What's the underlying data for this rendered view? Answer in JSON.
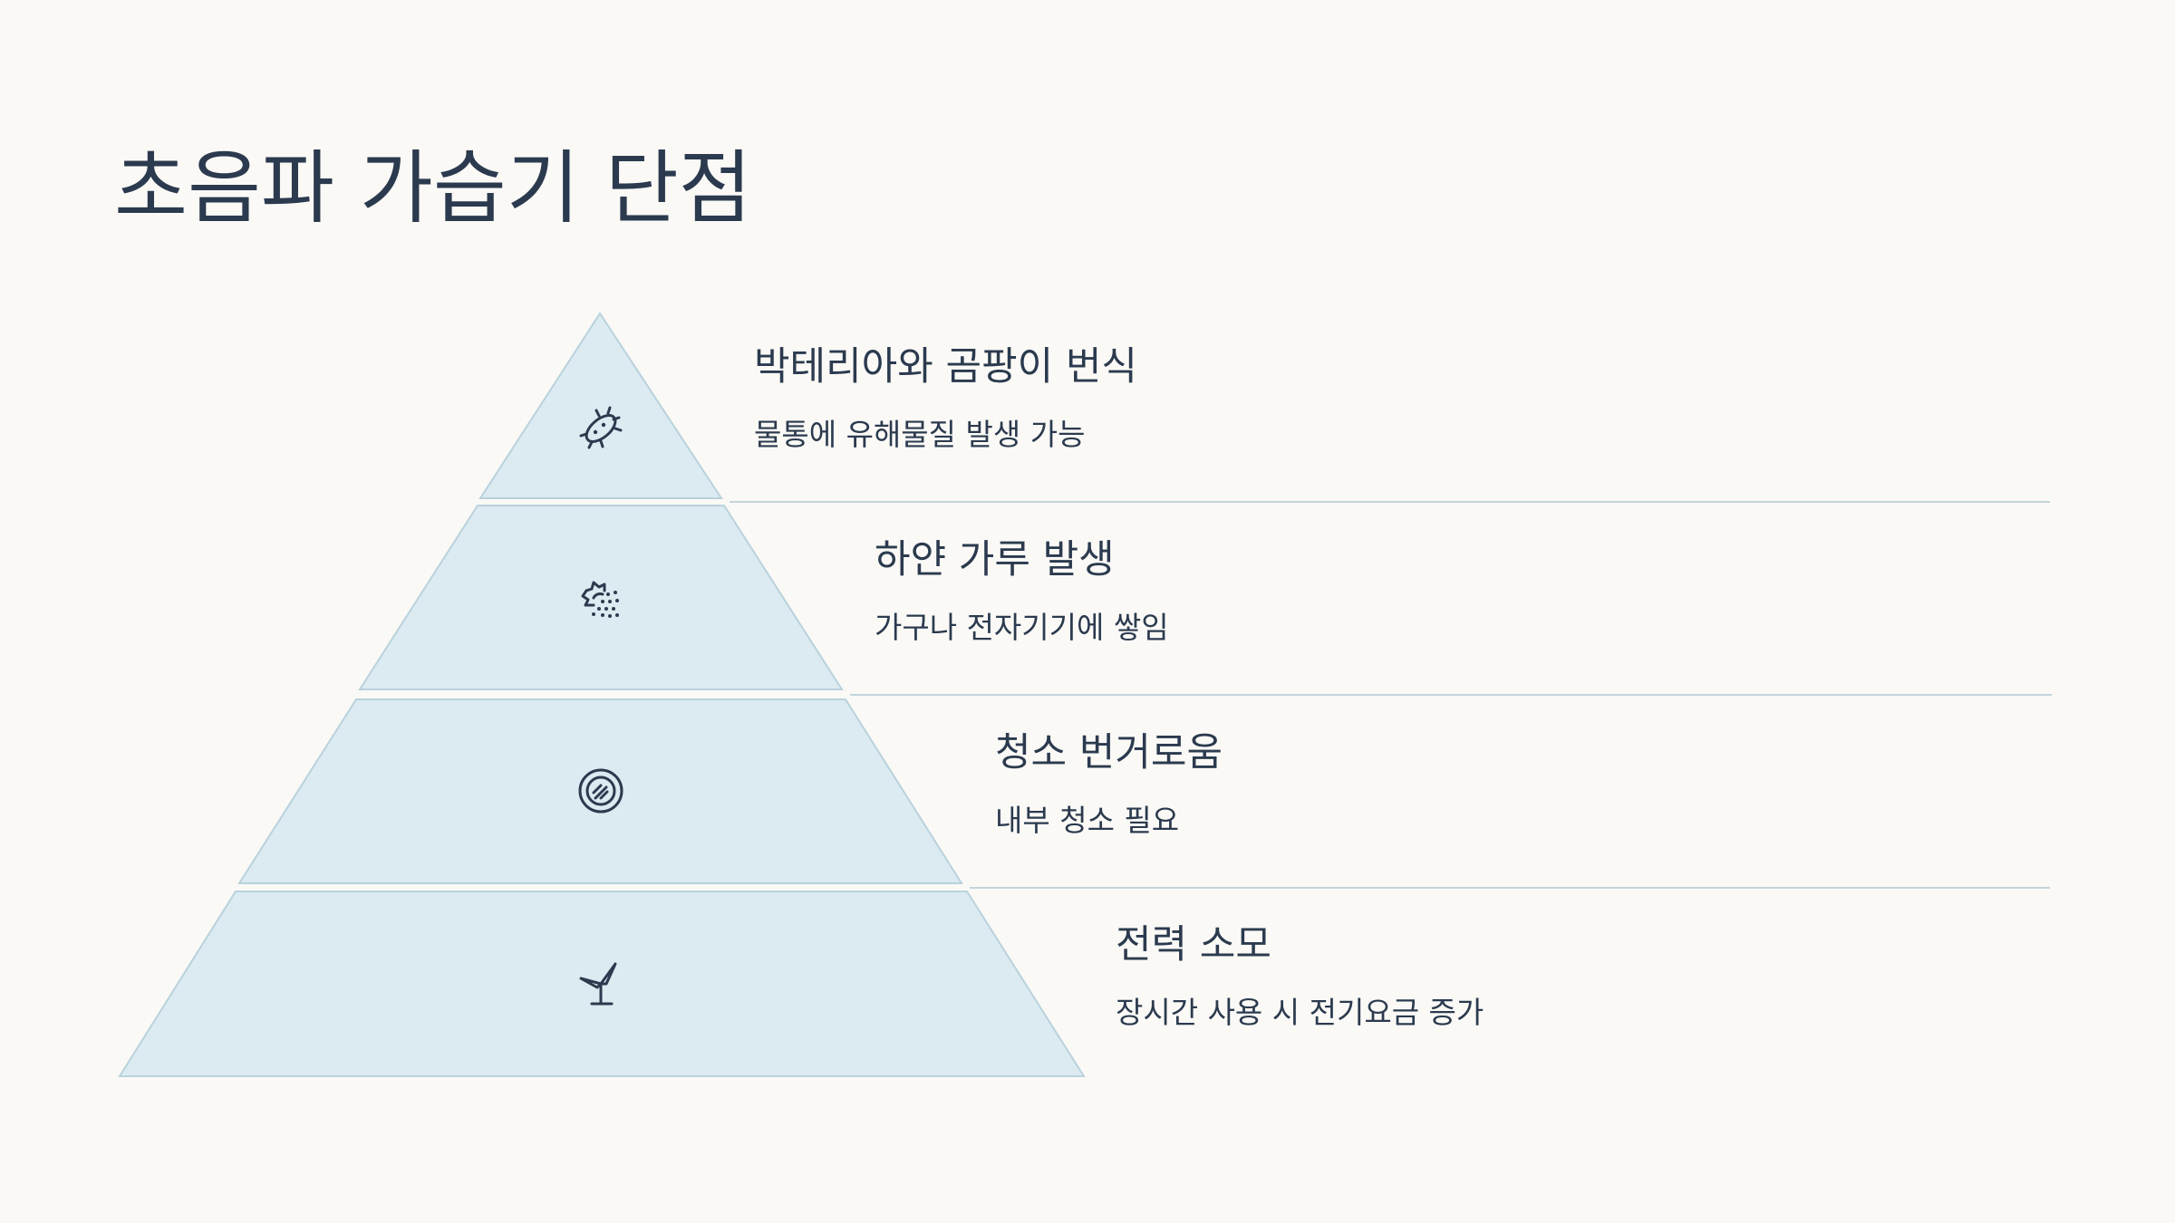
{
  "page": {
    "title": "초음파 가습기 단점",
    "background_color": "#faf9f6",
    "text_color": "#2b3a4e"
  },
  "pyramid": {
    "fill_color": "#dbebf1",
    "stroke_color": "#b9d2dc",
    "levels": [
      {
        "title": "박테리아와 곰팡이 번식",
        "description": "물통에 유해물질 발생 가능",
        "icon": "bacteria-icon"
      },
      {
        "title": "하얀 가루 발생",
        "description": "가구나 전자기기에 쌓임",
        "icon": "powder-spray-icon"
      },
      {
        "title": "청소 번거로움",
        "description": "내부 청소 필요",
        "icon": "cleaning-disc-icon"
      },
      {
        "title": "전력 소모",
        "description": "장시간 사용 시 전기요금 증가",
        "icon": "wind-turbine-icon"
      }
    ]
  }
}
